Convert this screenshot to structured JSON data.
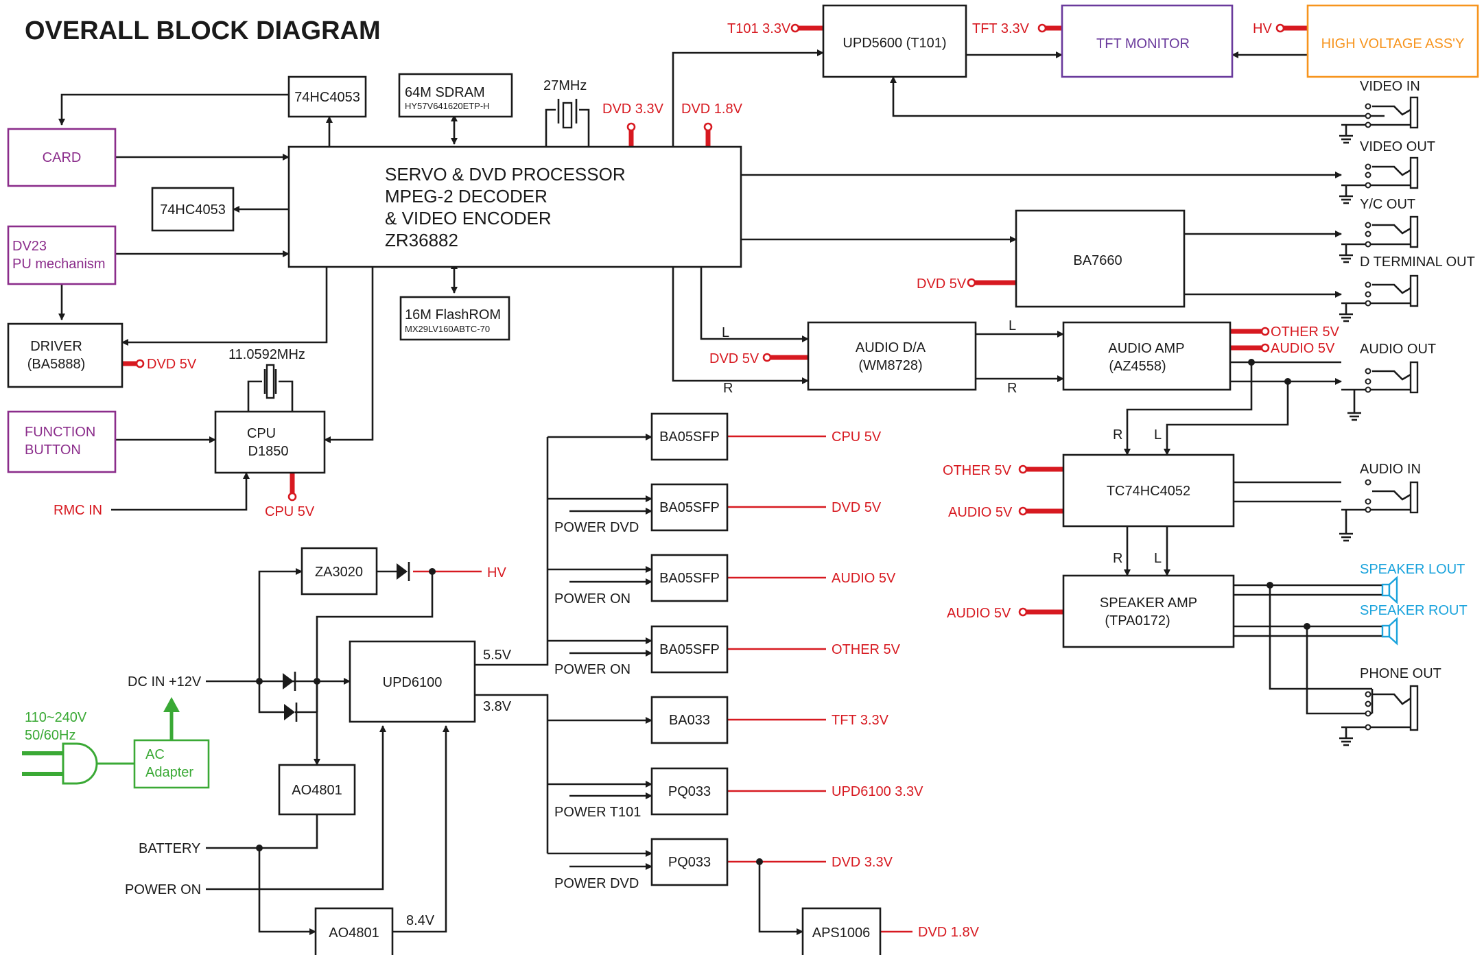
{
  "title": "OVERALL BLOCK DIAGRAM",
  "blocks": {
    "processor": [
      "SERVO  & DVD PROCESSOR",
      "MPEG-2  DECODER",
      "& VIDEO ENCODER",
      "ZR36882"
    ],
    "mux_top": "74HC4053",
    "mux_mid": "74HC4053",
    "sdram": [
      "64M SDRAM",
      "HY57V641620ETP-H"
    ],
    "flashrom": [
      "16M FlashROM",
      "MX29LV160ABTC-70"
    ],
    "xtal_main": "27MHz",
    "xtal_cpu": "11.0592MHz",
    "card": "CARD",
    "pu_mechanism": [
      "DV23",
      "PU mechanism"
    ],
    "driver": [
      "DRIVER",
      "(BA5888)"
    ],
    "function_button": [
      "FUNCTION",
      "BUTTON"
    ],
    "cpu": [
      "CPU",
      "D1850"
    ],
    "upd5600": "UPD5600 (T101)",
    "tft_monitor": "TFT MONITOR",
    "high_voltage": "HIGH VOLTAGE ASS'Y",
    "ba7660": "BA7660",
    "audio_da": [
      "AUDIO D/A",
      "(WM8728)"
    ],
    "audio_amp": [
      "AUDIO AMP",
      "(AZ4558)"
    ],
    "tc74hc4052": "TC74HC4052",
    "speaker_amp": [
      "SPEAKER AMP",
      "(TPA0172)"
    ],
    "za3020": "ZA3020",
    "upd6100": "UPD6100",
    "ao4801_top": "AO4801",
    "ao4801_bottom": "AO4801",
    "ac_adapter": [
      "AC",
      "Adapter"
    ],
    "regulators": [
      "BA05SFP",
      "BA05SFP",
      "BA05SFP",
      "BA05SFP",
      "BA033",
      "PQ033",
      "PQ033"
    ],
    "aps1006": "APS1006"
  },
  "rails": {
    "t101_33": "T101 3.3V",
    "tft_33": "TFT 3.3V",
    "hv": "HV",
    "dvd_33": "DVD 3.3V",
    "dvd_18": "DVD 1.8V",
    "driver_dvd5": "DVD 5V",
    "cpu_5v": "CPU 5V",
    "ba7660_dvd5": "DVD 5V",
    "audio_da_dvd5": "DVD 5V",
    "amp_other5": "OTHER 5V",
    "amp_audio5": "AUDIO 5V",
    "mux_other5": "OTHER 5V",
    "mux_audio5": "AUDIO 5V",
    "spk_audio5": "AUDIO 5V",
    "za_hv": "HV",
    "reg_outputs": [
      "CPU 5V",
      "DVD 5V",
      "AUDIO 5V",
      "OTHER 5V",
      "TFT 3.3V",
      "UPD6100 3.3V",
      "DVD 3.3V"
    ],
    "aps_out": "DVD 1.8V"
  },
  "signals": {
    "rmc_in": "RMC IN",
    "dc_in": "DC IN +12V",
    "battery": "BATTERY",
    "power_on": "POWER ON",
    "mains": [
      "110~240V",
      "50/60Hz"
    ],
    "v55": "5.5V",
    "v38": "3.8V",
    "v84": "8.4V",
    "control": [
      "POWER DVD",
      "POWER ON",
      "POWER ON",
      "POWER T101",
      "POWER DVD"
    ],
    "left": "L",
    "right": "R"
  },
  "connectors": {
    "video_in": "VIDEO IN",
    "video_out": "VIDEO OUT",
    "yc_out": "Y/C OUT",
    "d_terminal_out": "D TERMINAL OUT",
    "audio_out": "AUDIO OUT",
    "audio_in": "AUDIO IN",
    "speaker_lout": "SPEAKER LOUT",
    "speaker_rout": "SPEAKER ROUT",
    "phone_out": "PHONE OUT"
  }
}
